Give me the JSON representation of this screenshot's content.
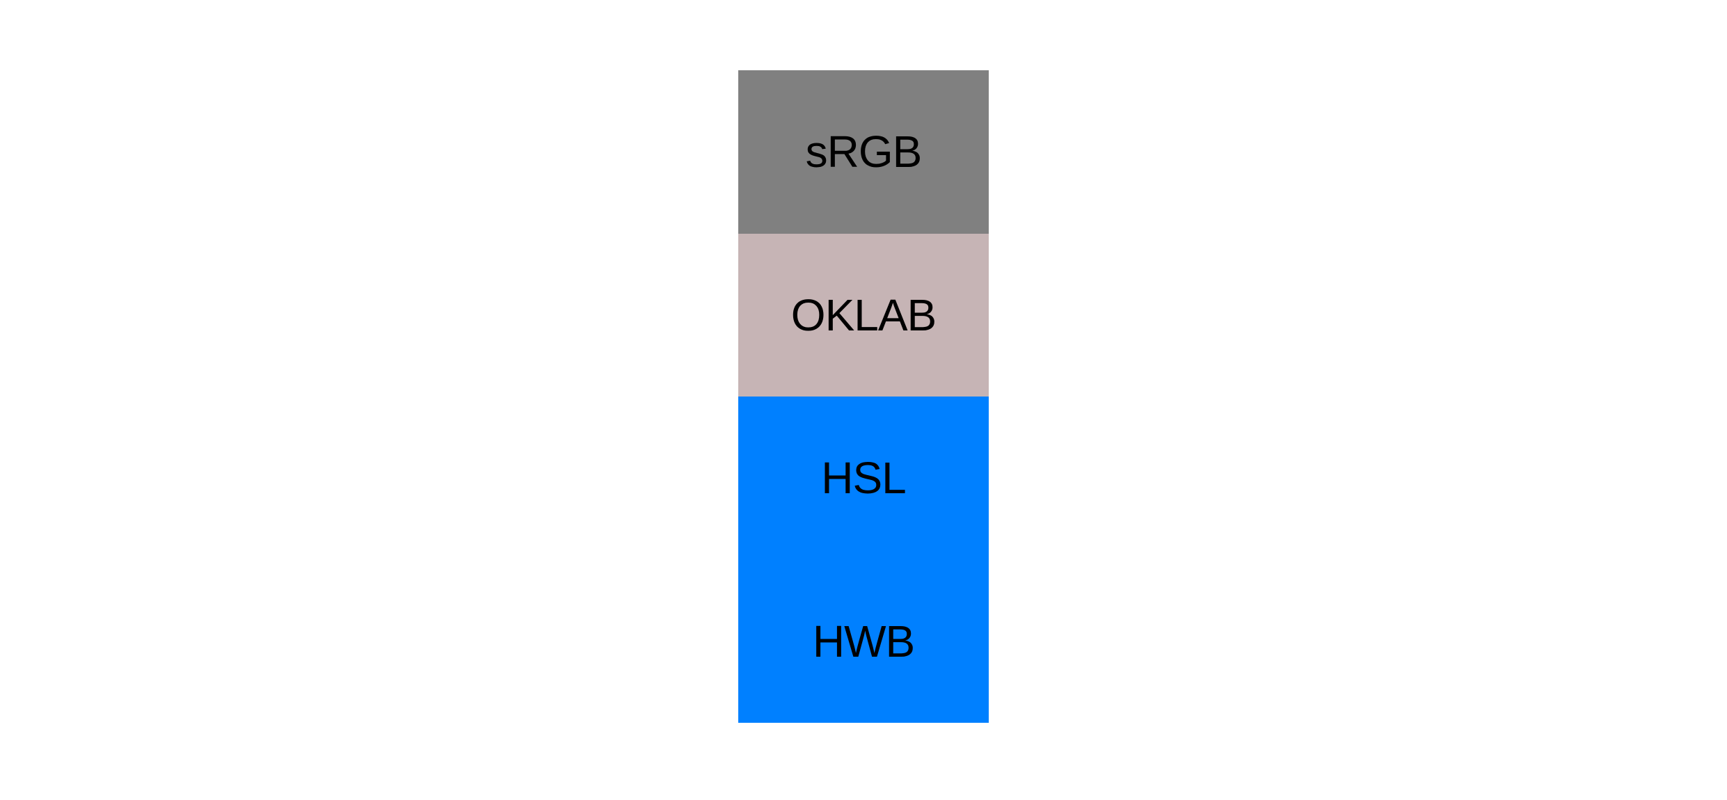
{
  "page": {
    "background": "#ffffff"
  },
  "swatch_stack": {
    "label_color": "#000000",
    "blocks": [
      {
        "label": "sRGB",
        "color": "#808080"
      },
      {
        "label": "OKLAB",
        "color": "#c6b4b5"
      },
      {
        "label": "HSL",
        "color": "#0080ff"
      },
      {
        "label": "HWB",
        "color": "#0080ff"
      }
    ]
  }
}
